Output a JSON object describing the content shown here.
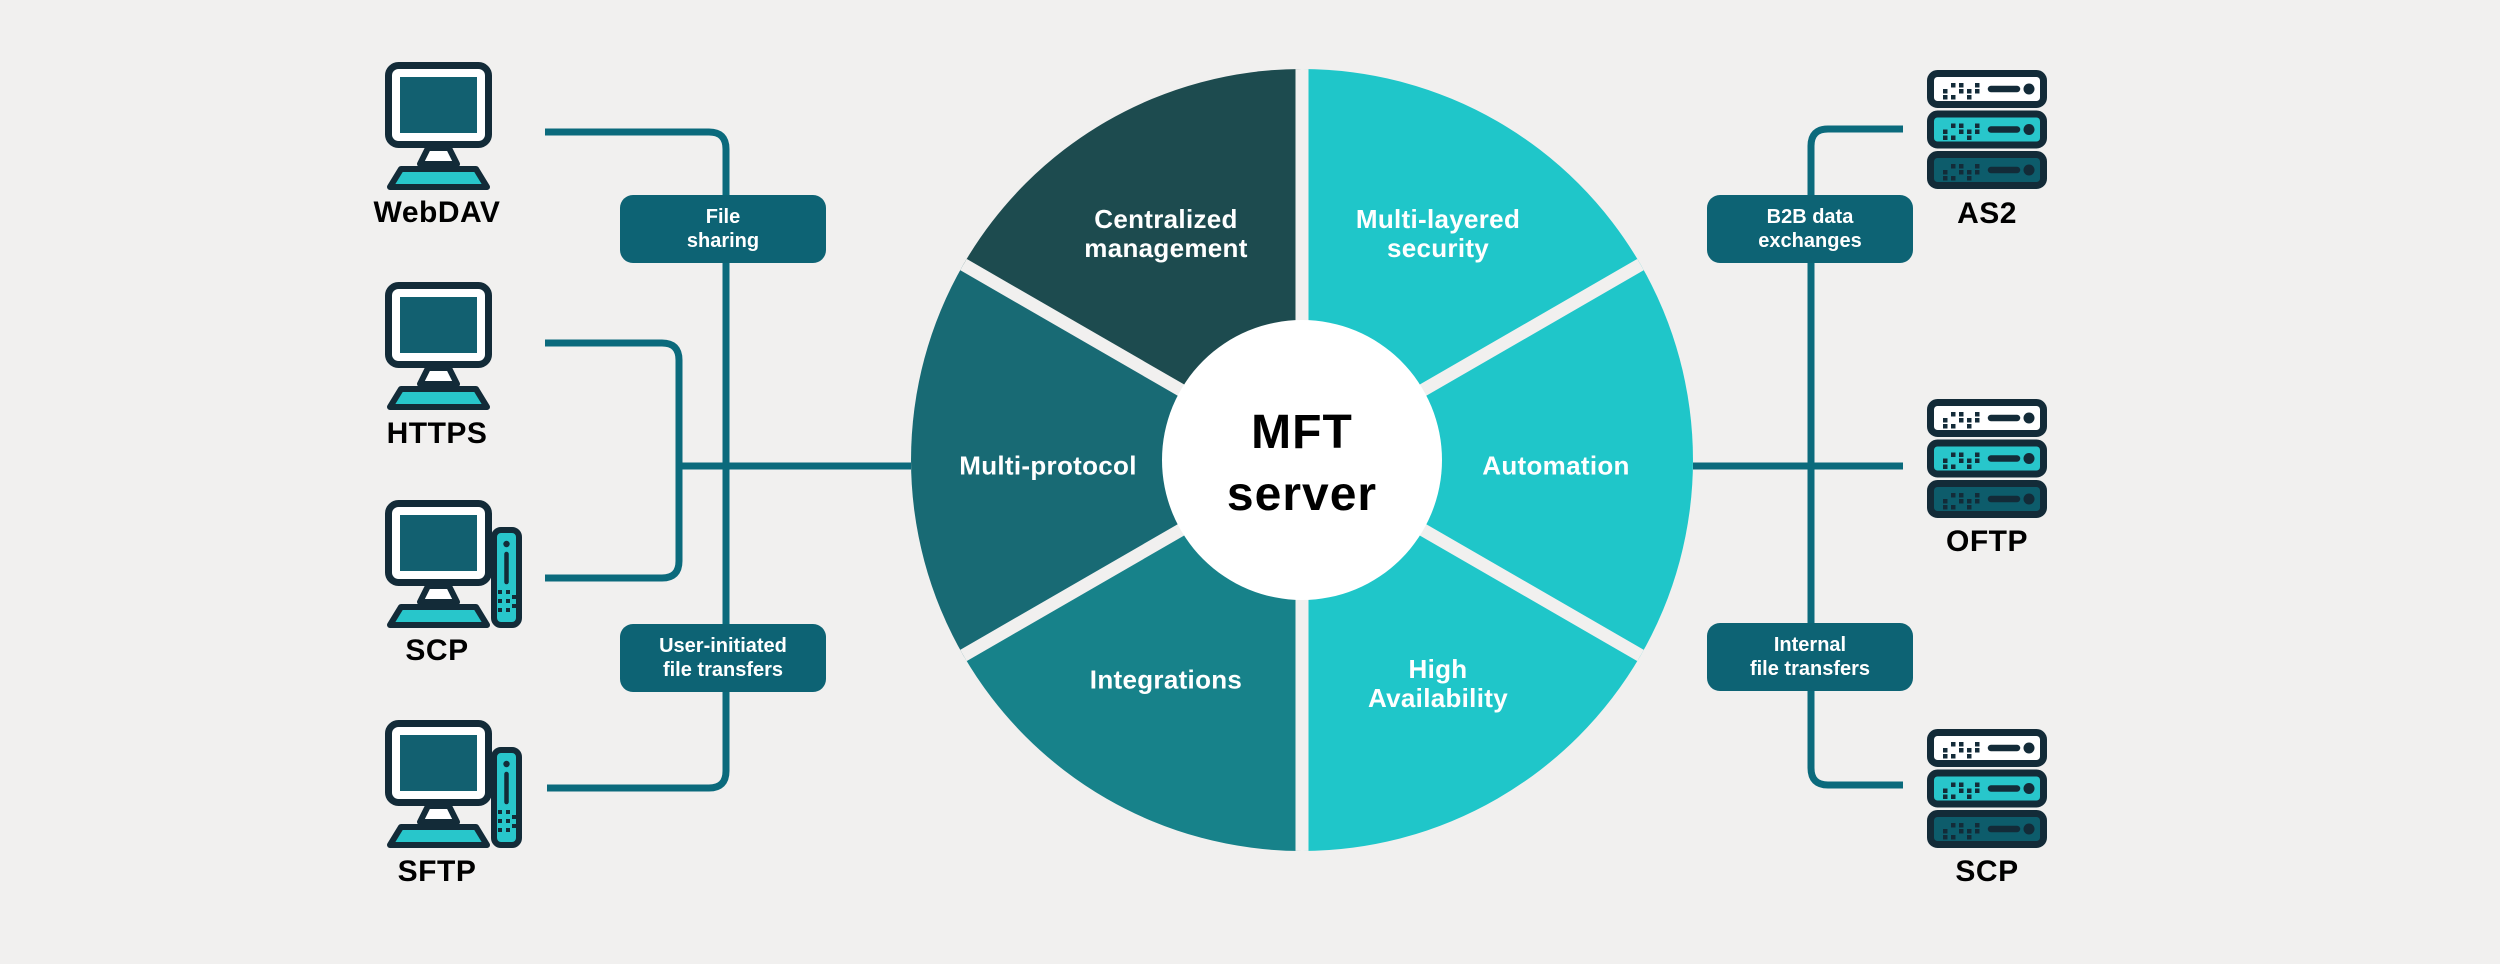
{
  "background_color": "#f1f0ef",
  "colors": {
    "connector": "#0b6a7c",
    "tag_background": "#0d6374",
    "segment_dark": "#1d4b4f",
    "segment_medium": "#186a74",
    "segment_teal": "#17828a",
    "segment_turquoise": "#1fc6c9",
    "icon_outline": "#132b38",
    "icon_turquoise": "#28c6cb",
    "icon_screen": "#126070",
    "rack_dark": "#0d5c6b"
  },
  "chart": {
    "type": "pie",
    "center_label": "MFT\nserver",
    "segments": [
      {
        "label": "Centralized\nmanagement",
        "color": "#1d4b4f"
      },
      {
        "label": "Multi-layered\nsecurity",
        "color": "#1fc6c9"
      },
      {
        "label": "Automation",
        "color": "#1fc6c9"
      },
      {
        "label": "High\nAvailability",
        "color": "#1fc6c9"
      },
      {
        "label": "Integrations",
        "color": "#17828a"
      },
      {
        "label": "Multi-protocol",
        "color": "#186a74"
      }
    ]
  },
  "left_panel": {
    "clients": [
      {
        "label": "WebDAV"
      },
      {
        "label": "HTTPS"
      },
      {
        "label": "SCP"
      },
      {
        "label": "SFTP"
      }
    ],
    "tags": [
      {
        "label": "File\nsharing"
      },
      {
        "label": "User-initiated\nfile transfers"
      }
    ]
  },
  "right_panel": {
    "servers": [
      {
        "label": "AS2"
      },
      {
        "label": "OFTP"
      },
      {
        "label": "SCP"
      }
    ],
    "tags": [
      {
        "label": "B2B data\nexchanges"
      },
      {
        "label": "Internal\nfile transfers"
      }
    ]
  }
}
